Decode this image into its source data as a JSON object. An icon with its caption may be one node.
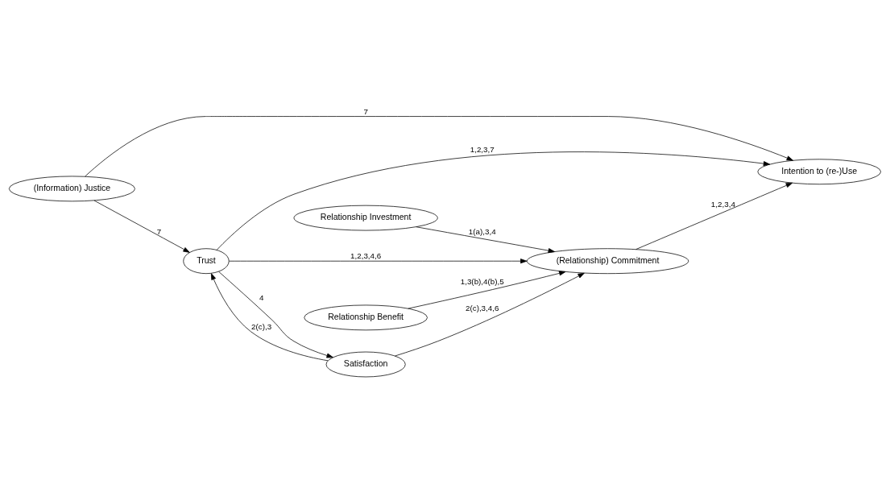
{
  "diagram": {
    "nodes": [
      {
        "text": [
          "Relationship Investment"
        ]
      },
      {
        "text": [
          "Relationship Benefit"
        ]
      },
      {
        "text": [
          "(Relationship) Commitment"
        ]
      },
      {
        "text": [
          "Satisfaction"
        ]
      },
      {
        "text": [
          "Intention to (re-)Use"
        ]
      },
      {
        "text": [
          "Trust"
        ]
      },
      {
        "text": [
          "(Information) Justice"
        ]
      }
    ],
    "edges": [
      {
        "from": 0,
        "to": 2,
        "arrow": "to",
        "label": "1(a),3,4"
      },
      {
        "from": 1,
        "to": 2,
        "arrow": "to",
        "label": "1,3(b),4(b),5"
      },
      {
        "from": 3,
        "to": 2,
        "arrow": "to",
        "label": "2(c),3,4,6"
      },
      {
        "from": 2,
        "to": 4,
        "arrow": "to",
        "label": "1,2,3,4"
      },
      {
        "from": 3,
        "to": 5,
        "arrow": "to",
        "label": "2(c),3"
      },
      {
        "from": 5,
        "to": 3,
        "arrow": "to",
        "label": "4"
      },
      {
        "from": 5,
        "to": 2,
        "arrow": "to",
        "label": "1,2,3,4,6"
      },
      {
        "from": 5,
        "to": 4,
        "arrow": "to",
        "label": "1,2,3,7"
      },
      {
        "from": 6,
        "to": 5,
        "arrow": "to",
        "label": "7"
      },
      {
        "from": 6,
        "to": 4,
        "arrow": "to",
        "label": "7"
      }
    ]
  }
}
